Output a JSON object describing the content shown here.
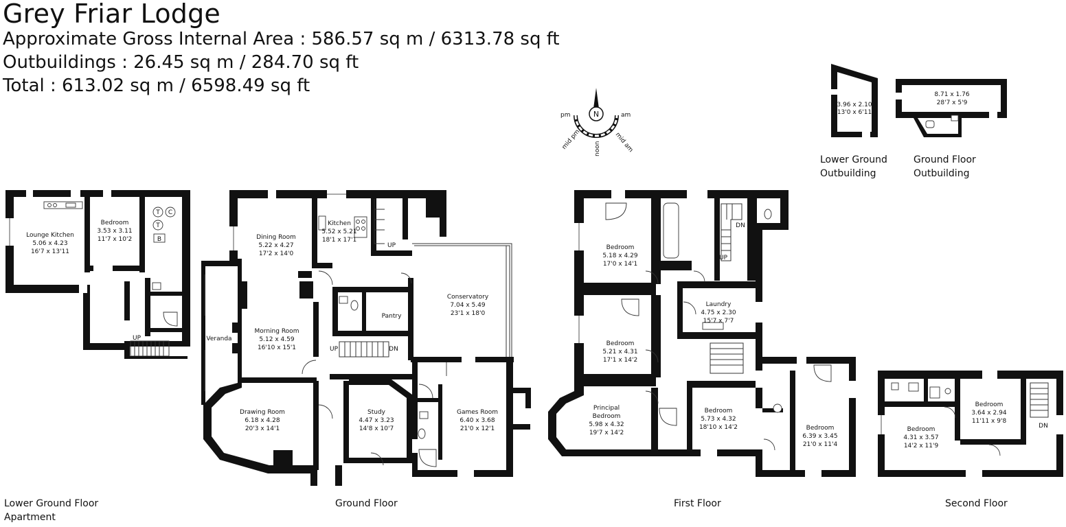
{
  "header": {
    "title": "Grey Friar Lodge",
    "line1": "Approximate Gross Internal Area : 586.57 sq m / 6313.78 sq ft",
    "line2": "Outbuildings : 26.45 sq m / 284.70 sq ft",
    "line3": "Total : 613.02 sq m / 6598.49 sq ft"
  },
  "compass": {
    "north": "N",
    "pm": "pm",
    "am": "am",
    "mid_pm": "mid pm",
    "noon": "noon",
    "mid_am": "mid am"
  },
  "floors": {
    "lower_ground": {
      "label1": "Lower Ground Floor",
      "label2": "Apartment"
    },
    "ground": {
      "label": "Ground Floor"
    },
    "first": {
      "label": "First Floor"
    },
    "second": {
      "label": "Second Floor"
    }
  },
  "outbuildings": {
    "lower": {
      "label1": "Lower Ground",
      "label2": "Outbuilding",
      "dim1": "3.96 x 2.10",
      "dim2": "13'0 x 6'11"
    },
    "ground": {
      "label1": "Ground Floor",
      "label2": "Outbuilding",
      "dim1": "8.71 x 1.76",
      "dim2": "28'7 x 5'9"
    }
  },
  "stairs": {
    "up": "UP",
    "down": "DN"
  },
  "fixtures": {
    "t": "T",
    "c": "C",
    "b": "B"
  },
  "rooms": [
    {
      "id": "lounge-kitchen",
      "name": "Lounge Kitchen",
      "m": "5.06 x 4.23",
      "ft": "16'7 x 13'11"
    },
    {
      "id": "lg-bedroom",
      "name": "Bedroom",
      "m": "3.53 x 3.11",
      "ft": "11'7 x 10'2"
    },
    {
      "id": "dining-room",
      "name": "Dining Room",
      "m": "5.22 x 4.27",
      "ft": "17'2 x 14'0"
    },
    {
      "id": "kitchen",
      "name": "Kitchen",
      "m": "5.52 x 5.21",
      "ft": "18'1 x 17'1"
    },
    {
      "id": "conservatory",
      "name": "Conservatory",
      "m": "7.04 x 5.49",
      "ft": "23'1 x 18'0"
    },
    {
      "id": "pantry",
      "name": "Pantry",
      "m": "",
      "ft": ""
    },
    {
      "id": "veranda",
      "name": "Veranda",
      "m": "",
      "ft": ""
    },
    {
      "id": "morning-room",
      "name": "Morning Room",
      "m": "5.12 x 4.59",
      "ft": "16'10 x 15'1"
    },
    {
      "id": "drawing-room",
      "name": "Drawing Room",
      "m": "6.18 x 4.28",
      "ft": "20'3 x 14'1"
    },
    {
      "id": "study",
      "name": "Study",
      "m": "4.47 x 3.23",
      "ft": "14'8 x 10'7"
    },
    {
      "id": "games-room",
      "name": "Games Room",
      "m": "6.40 x 3.68",
      "ft": "21'0 x 12'1"
    },
    {
      "id": "ff-bedroom-1",
      "name": "Bedroom",
      "m": "5.18 x 4.29",
      "ft": "17'0 x 14'1"
    },
    {
      "id": "ff-bedroom-2",
      "name": "Bedroom",
      "m": "5.21 x 4.31",
      "ft": "17'1 x 14'2"
    },
    {
      "id": "laundry",
      "name": "Laundry",
      "m": "4.75 x 2.30",
      "ft": "15'7 x 7'7"
    },
    {
      "id": "principal-bedroom",
      "name": "Principal",
      "name2": "Bedroom",
      "m": "5.98 x 4.32",
      "ft": "19'7 x 14'2"
    },
    {
      "id": "ff-bedroom-3",
      "name": "Bedroom",
      "m": "5.73 x 4.32",
      "ft": "18'10 x 14'2"
    },
    {
      "id": "ff-bedroom-4",
      "name": "Bedroom",
      "m": "6.39 x 3.45",
      "ft": "21'0 x 11'4"
    },
    {
      "id": "sf-bedroom-1",
      "name": "Bedroom",
      "m": "3.64 x 2.94",
      "ft": "11'11 x 9'8"
    },
    {
      "id": "sf-bedroom-2",
      "name": "Bedroom",
      "m": "4.31 x 3.57",
      "ft": "14'2 x 11'9"
    }
  ]
}
